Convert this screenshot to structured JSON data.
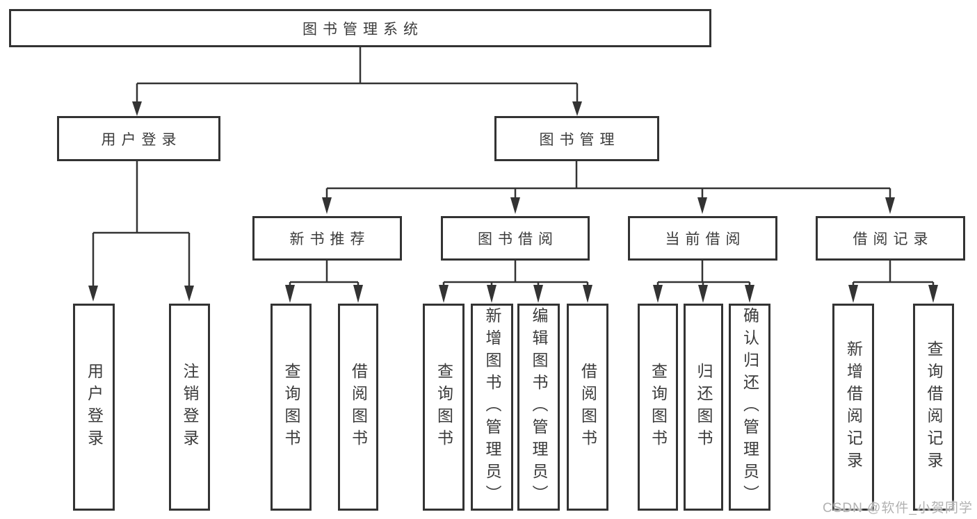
{
  "tree": {
    "label": "图书管理系统",
    "children": [
      {
        "label": "用户登录",
        "children": [
          {
            "label": "用户登录"
          },
          {
            "label": "注销登录"
          }
        ]
      },
      {
        "label": "图书管理",
        "children": [
          {
            "label": "新书推荐",
            "children": [
              {
                "label": "查询图书"
              },
              {
                "label": "借阅图书"
              }
            ]
          },
          {
            "label": "图书借阅",
            "children": [
              {
                "label": "查询图书"
              },
              {
                "label": "新增图书（管理员）"
              },
              {
                "label": "编辑图书（管理员）"
              },
              {
                "label": "借阅图书"
              }
            ]
          },
          {
            "label": "当前借阅",
            "children": [
              {
                "label": "查询图书"
              },
              {
                "label": "归还图书"
              },
              {
                "label": "确认归还（管理员）"
              }
            ]
          },
          {
            "label": "借阅记录",
            "children": [
              {
                "label": "新增借阅记录"
              },
              {
                "label": "查询借阅记录"
              }
            ]
          }
        ]
      }
    ]
  },
  "watermark": {
    "text": "CSDN @软件_小贺同学"
  },
  "colors": {
    "line": "#333333",
    "text": "#3b3b3b",
    "watermark": "#b2b2b2",
    "background": "#ffffff"
  }
}
